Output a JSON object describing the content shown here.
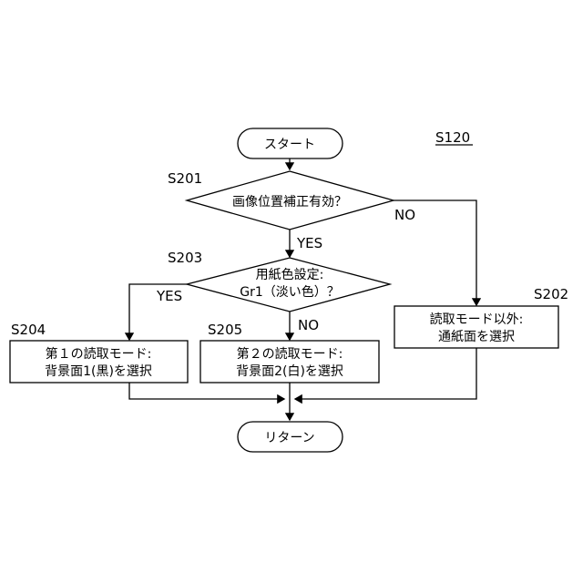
{
  "figure_label": "S120",
  "start": "スタート",
  "end": "リターン",
  "s201": {
    "id": "S201",
    "text": "画像位置補正有効？"
  },
  "s203": {
    "id": "S203",
    "line1": "用紙色設定:",
    "line2": "Gr1（淡い色）？"
  },
  "s202": {
    "id": "S202",
    "line1": "読取モード以外:",
    "line2": "通紙面を選択"
  },
  "s204": {
    "id": "S204",
    "line1": "第１の読取モード:",
    "line2": "背景面1(黒)を選択"
  },
  "s205": {
    "id": "S205",
    "line1": "第２の読取モード:",
    "line2": "背景面2(白)を選択"
  },
  "branch": {
    "yes": "YES",
    "no": "NO"
  }
}
